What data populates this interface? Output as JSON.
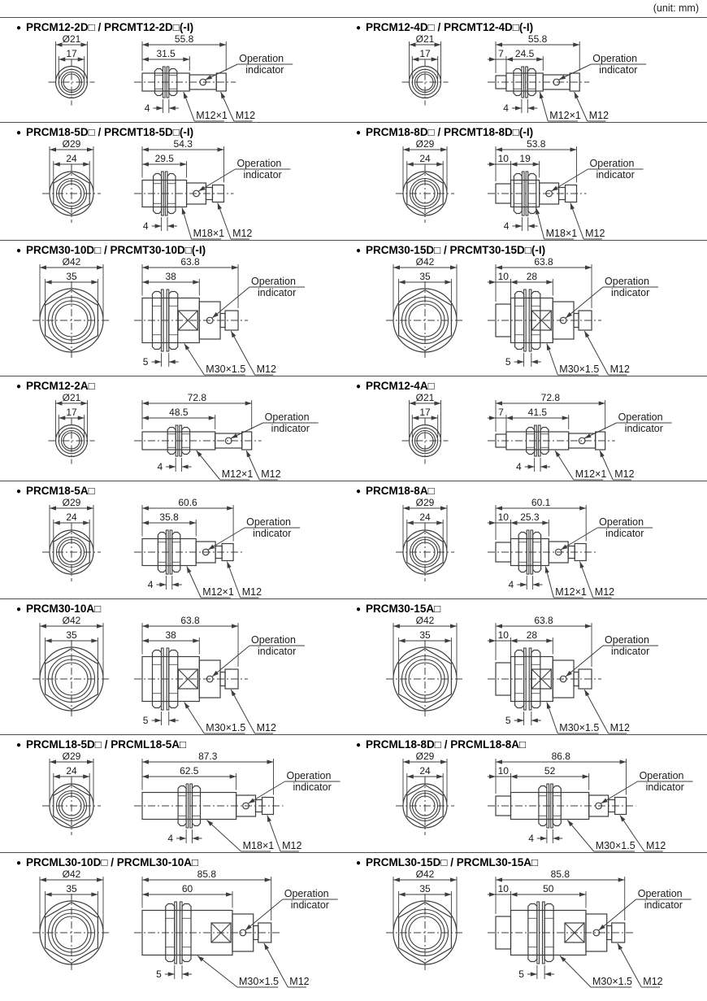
{
  "header": {
    "unit_note": "(unit: mm)"
  },
  "ink": "#3d3d3d",
  "panels": [
    {
      "title": "PRCM12-2D□ / PRCMT12-2D□(-I)",
      "size": "12",
      "front": {
        "outer": "Ø21",
        "face": "17"
      },
      "dims": {
        "total": "55.8",
        "head": null,
        "thread": "31.5",
        "nut": "4"
      },
      "labels": {
        "thread": "M12×1",
        "connector": "M12",
        "indicator_line1": "Operation",
        "indicator_line2": "indicator"
      }
    },
    {
      "title": "PRCM12-4D□ / PRCMT12-4D□(-I)",
      "size": "12",
      "front": {
        "outer": "Ø21",
        "face": "17"
      },
      "dims": {
        "total": "55.8",
        "head": "7",
        "thread": "24.5",
        "nut": "4"
      },
      "labels": {
        "thread": "M12×1",
        "connector": "M12",
        "indicator_line1": "Operation",
        "indicator_line2": "indicator"
      }
    },
    {
      "title": "PRCM18-5D□ / PRCMT18-5D□(-I)",
      "size": "18",
      "front": {
        "outer": "Ø29",
        "face": "24"
      },
      "dims": {
        "total": "54.3",
        "head": null,
        "thread": "29.5",
        "nut": "4"
      },
      "labels": {
        "thread": "M18×1",
        "connector": "M12",
        "indicator_line1": "Operation",
        "indicator_line2": "indicator"
      }
    },
    {
      "title": "PRCM18-8D□ / PRCMT18-8D□(-I)",
      "size": "18",
      "front": {
        "outer": "Ø29",
        "face": "24"
      },
      "dims": {
        "total": "53.8",
        "head": "10",
        "thread": "19",
        "nut": "4"
      },
      "labels": {
        "thread": "M18×1",
        "connector": "M12",
        "indicator_line1": "Operation",
        "indicator_line2": "indicator"
      }
    },
    {
      "title": "PRCM30-10D□ / PRCMT30-10D□(-I)",
      "size": "30",
      "front": {
        "outer": "Ø42",
        "face": "35"
      },
      "dims": {
        "total": "63.8",
        "head": null,
        "thread": "38",
        "nut": "5"
      },
      "labels": {
        "thread": "M30×1.5",
        "connector": "M12",
        "indicator_line1": "Operation",
        "indicator_line2": "indicator"
      }
    },
    {
      "title": "PRCM30-15D□ / PRCMT30-15D□(-I)",
      "size": "30",
      "front": {
        "outer": "Ø42",
        "face": "35"
      },
      "dims": {
        "total": "63.8",
        "head": "10",
        "thread": "28",
        "nut": "5"
      },
      "labels": {
        "thread": "M30×1.5",
        "connector": "M12",
        "indicator_line1": "Operation",
        "indicator_line2": "indicator"
      }
    },
    {
      "title": "PRCM12-2A□",
      "size": "12",
      "front": {
        "outer": "Ø21",
        "face": "17"
      },
      "dims": {
        "total": "72.8",
        "head": null,
        "thread": "48.5",
        "nut": "4"
      },
      "labels": {
        "thread": "M12×1",
        "connector": "M12",
        "indicator_line1": "Operation",
        "indicator_line2": "indicator"
      }
    },
    {
      "title": "PRCM12-4A□",
      "size": "12",
      "front": {
        "outer": "Ø21",
        "face": "17"
      },
      "dims": {
        "total": "72.8",
        "head": "7",
        "thread": "41.5",
        "nut": "4"
      },
      "labels": {
        "thread": "M12×1",
        "connector": "M12",
        "indicator_line1": "Operation",
        "indicator_line2": "indicator"
      }
    },
    {
      "title": "PRCM18-5A□",
      "size": "18",
      "front": {
        "outer": "Ø29",
        "face": "24"
      },
      "dims": {
        "total": "60.6",
        "head": null,
        "thread": "35.8",
        "nut": "4"
      },
      "labels": {
        "thread": "M12×1",
        "connector": "M12",
        "indicator_line1": "Operation",
        "indicator_line2": "indicator"
      }
    },
    {
      "title": "PRCM18-8A□",
      "size": "18",
      "front": {
        "outer": "Ø29",
        "face": "24"
      },
      "dims": {
        "total": "60.1",
        "head": "10",
        "thread": "25.3",
        "nut": "4"
      },
      "labels": {
        "thread": "M12×1",
        "connector": "M12",
        "indicator_line1": "Operation",
        "indicator_line2": "indicator"
      }
    },
    {
      "title": "PRCM30-10A□",
      "size": "30",
      "front": {
        "outer": "Ø42",
        "face": "35"
      },
      "dims": {
        "total": "63.8",
        "head": null,
        "thread": "38",
        "nut": "5"
      },
      "labels": {
        "thread": "M30×1.5",
        "connector": "M12",
        "indicator_line1": "Operation",
        "indicator_line2": "indicator"
      }
    },
    {
      "title": "PRCM30-15A□",
      "size": "30",
      "front": {
        "outer": "Ø42",
        "face": "35"
      },
      "dims": {
        "total": "63.8",
        "head": "10",
        "thread": "28",
        "nut": "5"
      },
      "labels": {
        "thread": "M30×1.5",
        "connector": "M12",
        "indicator_line1": "Operation",
        "indicator_line2": "indicator"
      }
    },
    {
      "title": "PRCML18-5D□ / PRCML18-5A□",
      "size": "18",
      "front": {
        "outer": "Ø29",
        "face": "24"
      },
      "dims": {
        "total": "87.3",
        "head": null,
        "thread": "62.5",
        "nut": "4"
      },
      "labels": {
        "thread": "M18×1",
        "connector": "M12",
        "indicator_line1": "Operation",
        "indicator_line2": "indicator"
      }
    },
    {
      "title": "PRCML18-8D□ / PRCML18-8A□",
      "size": "18",
      "front": {
        "outer": "Ø29",
        "face": "24"
      },
      "dims": {
        "total": "86.8",
        "head": "10",
        "thread": "52",
        "nut": "4"
      },
      "labels": {
        "thread": "M30×1.5",
        "connector": "M12",
        "indicator_line1": "Operation",
        "indicator_line2": "indicator"
      }
    },
    {
      "title": "PRCML30-10D□ / PRCML30-10A□",
      "size": "30",
      "front": {
        "outer": "Ø42",
        "face": "35"
      },
      "dims": {
        "total": "85.8",
        "head": null,
        "thread": "60",
        "nut": "5"
      },
      "labels": {
        "thread": "M30×1.5",
        "connector": "M12",
        "indicator_line1": "Operation",
        "indicator_line2": "indicator"
      }
    },
    {
      "title": "PRCML30-15D□ / PRCML30-15A□",
      "size": "30",
      "front": {
        "outer": "Ø42",
        "face": "35"
      },
      "dims": {
        "total": "85.8",
        "head": "10",
        "thread": "50",
        "nut": "5"
      },
      "labels": {
        "thread": "M30×1.5",
        "connector": "M12",
        "indicator_line1": "Operation",
        "indicator_line2": "indicator"
      }
    }
  ]
}
